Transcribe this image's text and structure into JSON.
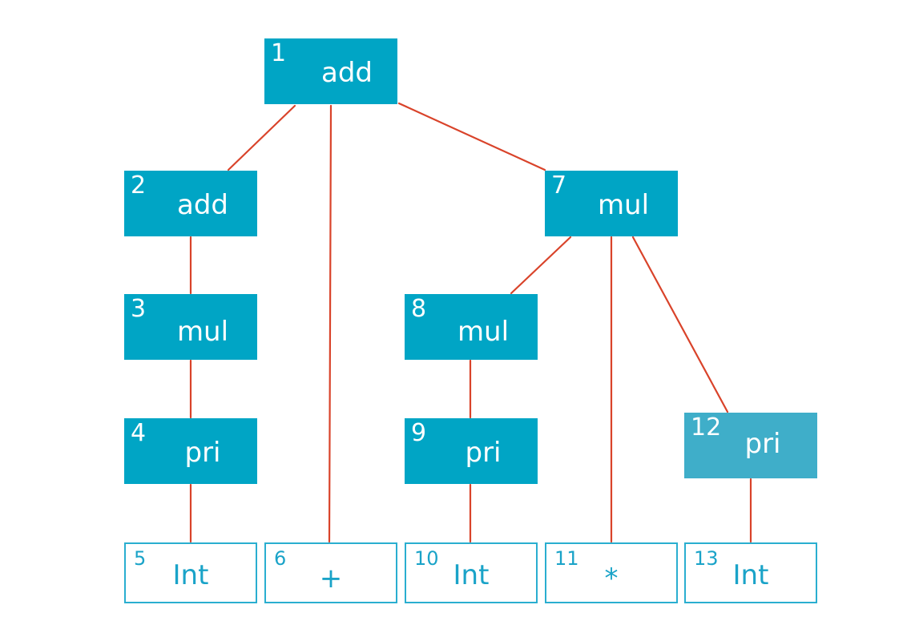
{
  "nodes": [
    {
      "id": "n1",
      "number": "1",
      "label": "add"
    },
    {
      "id": "n2",
      "number": "2",
      "label": "add"
    },
    {
      "id": "n3",
      "number": "3",
      "label": "mul"
    },
    {
      "id": "n4",
      "number": "4",
      "label": "pri"
    },
    {
      "id": "n5",
      "number": "5",
      "label": "Int"
    },
    {
      "id": "n6",
      "number": "6",
      "label": "+"
    },
    {
      "id": "n7",
      "number": "7",
      "label": "mul"
    },
    {
      "id": "n8",
      "number": "8",
      "label": "mul"
    },
    {
      "id": "n9",
      "number": "9",
      "label": "pri"
    },
    {
      "id": "n10",
      "number": "10",
      "label": "Int"
    },
    {
      "id": "n11",
      "number": "11",
      "label": "*"
    },
    {
      "id": "n12",
      "number": "12",
      "label": "pri"
    },
    {
      "id": "n13",
      "number": "13",
      "label": "Int"
    }
  ],
  "edges": [
    [
      "n1",
      "n2"
    ],
    [
      "n1",
      "n6"
    ],
    [
      "n1",
      "n7"
    ],
    [
      "n2",
      "n3"
    ],
    [
      "n3",
      "n4"
    ],
    [
      "n4",
      "n5"
    ],
    [
      "n7",
      "n8"
    ],
    [
      "n7",
      "n11"
    ],
    [
      "n7",
      "n12"
    ],
    [
      "n8",
      "n9"
    ],
    [
      "n9",
      "n10"
    ],
    [
      "n12",
      "n13"
    ]
  ],
  "colors": {
    "node_fill": "#00a5c5",
    "node_fill_highlight": "#3faec9",
    "leaf_border": "#2aaed0",
    "edge": "#d9432a"
  }
}
